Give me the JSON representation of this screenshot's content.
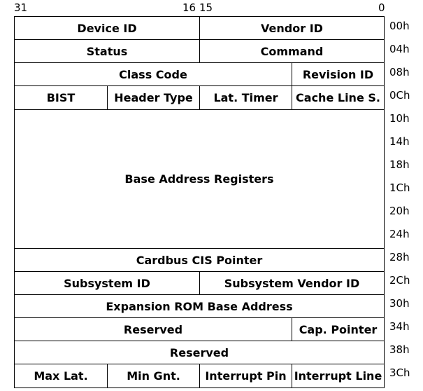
{
  "bit_labels": {
    "msb": "31",
    "upper_low": "16",
    "lower_high": "15",
    "lsb": "0"
  },
  "offsets": [
    "00h",
    "04h",
    "08h",
    "0Ch",
    "10h",
    "14h",
    "18h",
    "1Ch",
    "20h",
    "24h",
    "28h",
    "2Ch",
    "30h",
    "34h",
    "38h",
    "3Ch"
  ],
  "registers": {
    "device_id": "Device ID",
    "vendor_id": "Vendor ID",
    "status": "Status",
    "command": "Command",
    "class_code": "Class Code",
    "revision_id": "Revision ID",
    "bist": "BIST",
    "header_type": "Header Type",
    "lat_timer": "Lat. Timer",
    "cache_line": "Cache Line S.",
    "bars": "Base Address Registers",
    "cardbus": "Cardbus CIS Pointer",
    "subsystem_id": "Subsystem ID",
    "subsystem_vendor_id": "Subsystem Vendor ID",
    "expansion_rom": "Expansion ROM Base Address",
    "reserved_34": "Reserved",
    "cap_pointer": "Cap. Pointer",
    "reserved_38": "Reserved",
    "max_lat": "Max Lat.",
    "min_gnt": "Min Gnt.",
    "interrupt_pin": "Interrupt Pin",
    "interrupt_line": "Interrupt Line"
  }
}
